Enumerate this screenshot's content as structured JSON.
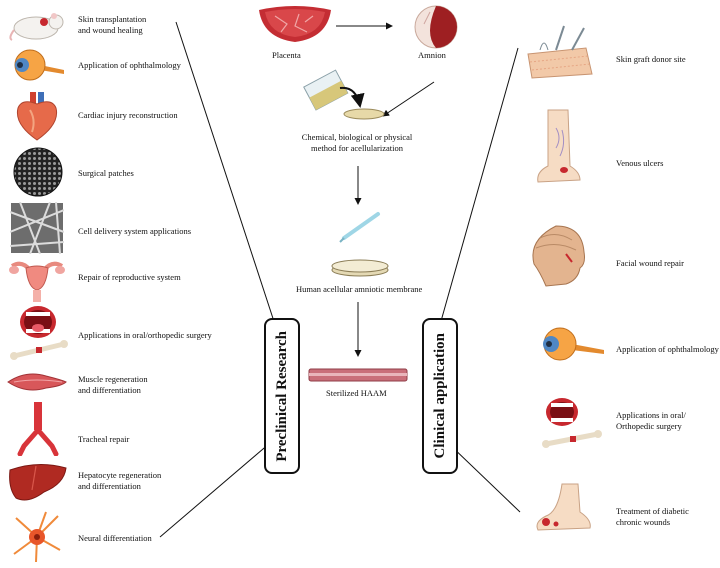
{
  "center": {
    "placenta": "Placenta",
    "amnion": "Amnion",
    "method": "Chemical, biological or physical\nmethod for  acellularization",
    "haam": "Human acellular amniotic membrane",
    "sterilized": "Sterilized HAAM"
  },
  "preclinical": {
    "title": "Preclinical Research",
    "items": [
      {
        "label": "Skin transplantation\nand wound healing",
        "icon": "rat-icon"
      },
      {
        "label": "Application of ophthalmology",
        "icon": "eye-icon"
      },
      {
        "label": "Cardiac injury reconstruction",
        "icon": "heart-icon"
      },
      {
        "label": "Surgical patches",
        "icon": "mesh-patch-icon"
      },
      {
        "label": "Cell delivery system applications",
        "icon": "fiber-scaffold-icon"
      },
      {
        "label": "Repair of reproductive system",
        "icon": "uterus-icon"
      },
      {
        "label": "Applications in oral/orthopedic surgery",
        "icon": "mouth-bone-icon"
      },
      {
        "label": "Muscle regeneration\nand differentiation",
        "icon": "muscle-icon"
      },
      {
        "label": "Tracheal repair",
        "icon": "trachea-icon"
      },
      {
        "label": "Hepatocyte regeneration\nand differentiation",
        "icon": "liver-icon"
      },
      {
        "label": "Neural differentiation",
        "icon": "neuron-icon"
      }
    ]
  },
  "clinical": {
    "title": "Clinical application",
    "items": [
      {
        "label": "Skin graft donor site",
        "icon": "skin-graft-icon"
      },
      {
        "label": "Venous ulcers",
        "icon": "leg-ulcer-icon"
      },
      {
        "label": "Facial wound repair",
        "icon": "head-icon"
      },
      {
        "label": "Application of ophthalmology",
        "icon": "eye-icon"
      },
      {
        "label": "Applications in oral/\nOrthopedic surgery",
        "icon": "mouth-bone-icon"
      },
      {
        "label": "Treatment of diabetic\nchronic  wounds",
        "icon": "diabetic-foot-icon"
      }
    ]
  },
  "colors": {
    "tissue_red": "#b3242b",
    "tissue_pink": "#e8a0a0",
    "bone": "#e8dcc6",
    "skin": "#f2c9a8",
    "membrane": "#c96f7a"
  }
}
